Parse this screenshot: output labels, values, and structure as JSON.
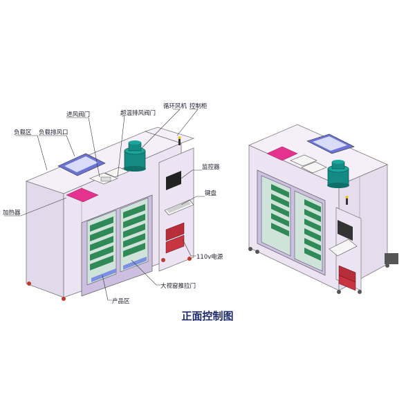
{
  "caption": "正面控制图",
  "labels": {
    "load_zone": "负载区",
    "load_exhaust": "负载排风口",
    "inlet_damper": "进风阀门",
    "overtemp_damper": "超温排风阀门",
    "circulation_fan": "循环风机",
    "control_cabinet": "控制柜",
    "monitor": "监控器",
    "keyboard": "键盘",
    "heater": "加热器",
    "power_110v": "110v电源",
    "viewing_window_door": "大视窗推拉门",
    "product_zone": "产品区"
  },
  "colors": {
    "cabinet": "#ece4f2",
    "door_frame": "#cdbfe0",
    "rack": "#cfe3da",
    "shelf": "#2f8a58",
    "motor": "#138a83",
    "heater": "#e6328f",
    "vent": "#6a73d6"
  }
}
